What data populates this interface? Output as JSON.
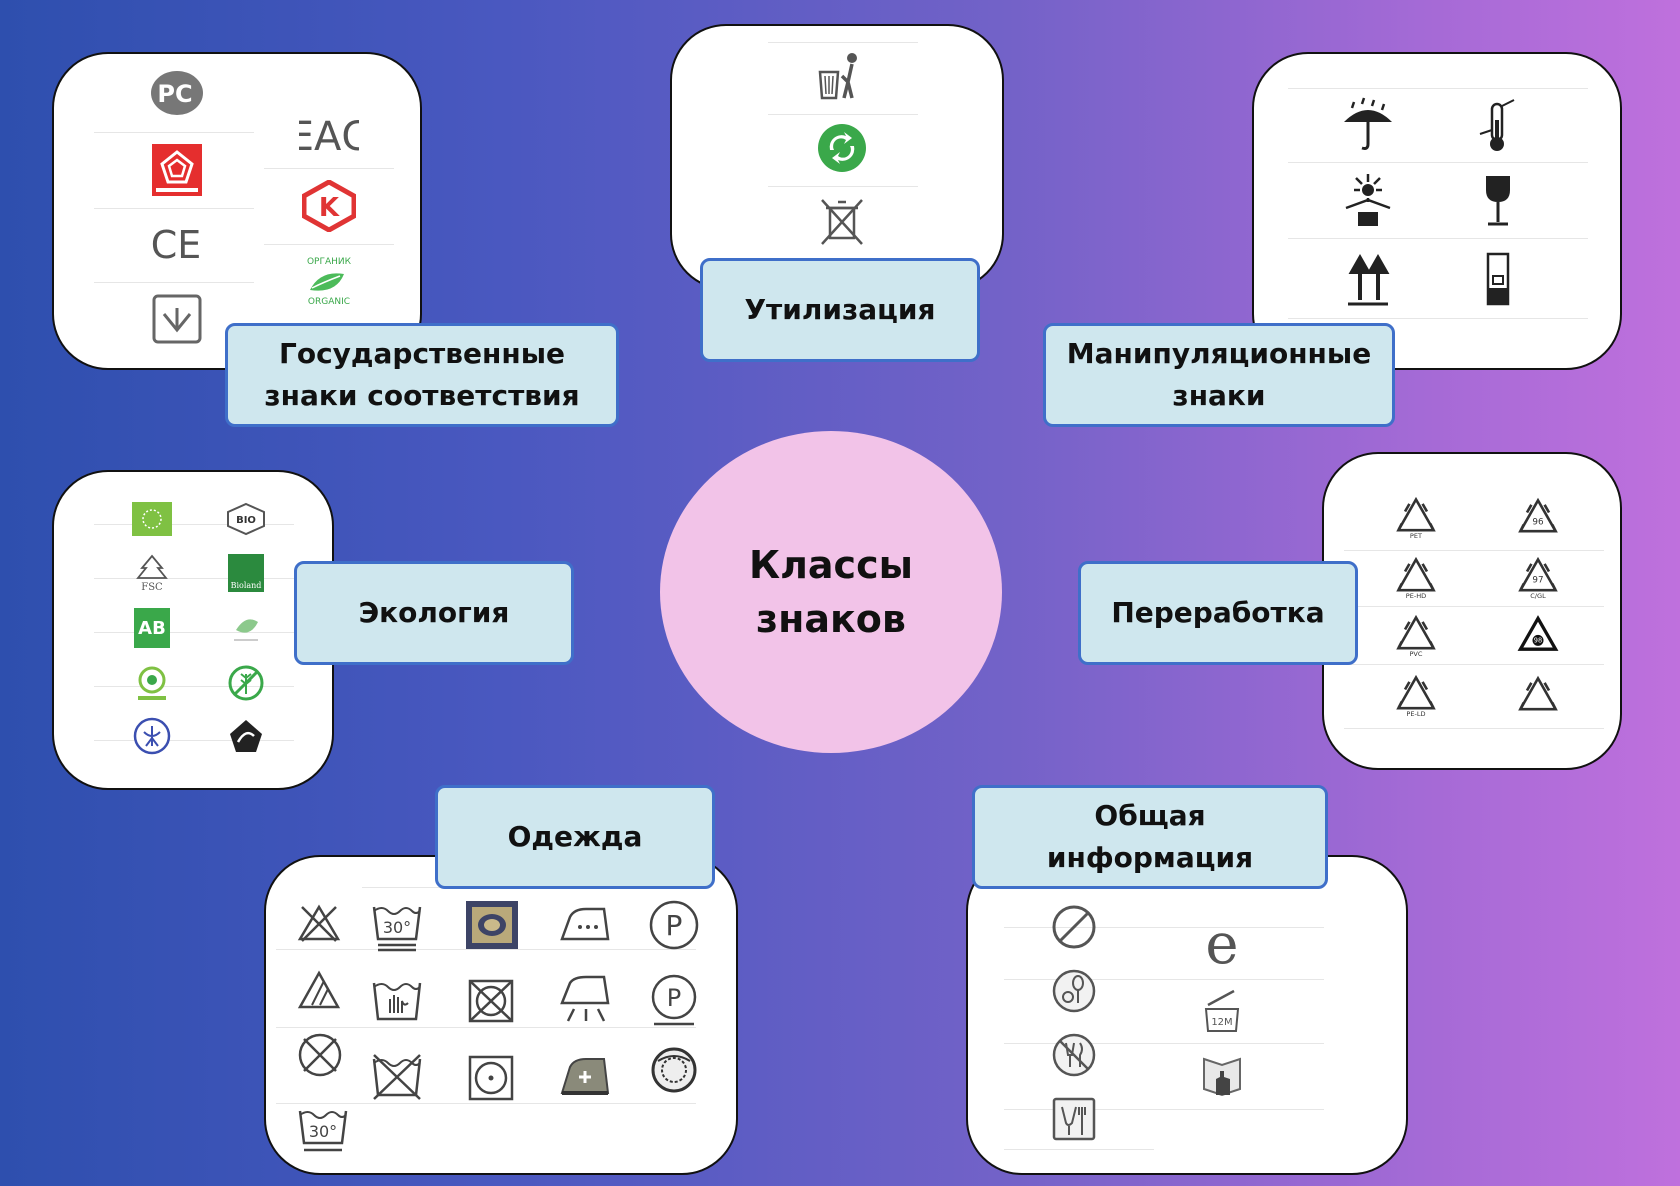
{
  "center": {
    "title": "Классы\nзнаков"
  },
  "panels": {
    "state": {
      "label": "Государственные\nзнаки соответствия",
      "icons": [
        "rst-icon",
        "eac-icon",
        "fire-safety-icon",
        "k-mark-icon",
        "ce-icon",
        "organic-icon",
        "ukraine-conformity-icon"
      ],
      "icon_texts": {
        "rst": "РС",
        "eac": "ЕАС",
        "ce": "CE",
        "k": "K",
        "organic_top": "ОРГАНИК",
        "organic_bottom": "ORGANIC"
      }
    },
    "disposal": {
      "label": "Утилизация",
      "icons": [
        "tidyman-icon",
        "green-dot-icon",
        "crossed-bin-icon"
      ]
    },
    "handling": {
      "label": "Манипуляционные\nзнаки",
      "icons": [
        "keep-dry-icon",
        "temperature-limit-icon",
        "keep-from-heat-icon",
        "fragile-icon",
        "this-way-up-icon",
        "center-of-gravity-icon"
      ]
    },
    "ecology": {
      "label": "Экология",
      "icons": [
        "eu-organic-icon",
        "bio-icon",
        "fsc-icon",
        "bioland-icon",
        "ab-icon",
        "bio-suisse-icon",
        "australian-organic-icon",
        "gluten-free-icon",
        "demeter-icon",
        "bio-leaf-icon"
      ],
      "icon_texts": {
        "bio": "BIO",
        "fsc": "FSC",
        "bioland": "Bioland",
        "ab": "AB"
      }
    },
    "recycling": {
      "label": "Переработка",
      "icons": [
        "recycle-pet-icon",
        "recycle-96-icon",
        "recycle-pe-hd-icon",
        "recycle-97-icon",
        "recycle-pvc-icon",
        "recycle-98-icon",
        "recycle-pe-ld-icon",
        "recycle-icon"
      ],
      "icon_texts": {
        "pet": "PET",
        "pehd": "PE-HD",
        "pvc": "PVC",
        "peld": "PE-LD",
        "c96": "96",
        "c97": "97",
        "cgl": "C/GL",
        "c98": "98"
      }
    },
    "clothing": {
      "label": "Одежда",
      "icons": [
        "no-bleach-icon",
        "wash-30-icon",
        "carpet-icon",
        "iron-low-icon",
        "dry-clean-p-icon",
        "bleach-icon",
        "hand-wash-icon",
        "no-tumble-dry-icon",
        "steam-iron-icon",
        "dry-clean-p-gentle-icon",
        "no-dry-clean-icon",
        "no-wash-icon",
        "tumble-dry-icon",
        "iron-medium-icon",
        "wet-clean-icon",
        "wash-30-gentle-icon"
      ],
      "icon_texts": {
        "t30": "30°",
        "dry_p": "P"
      }
    },
    "general": {
      "label": "Общая\nинформация",
      "icons": [
        "prohibited-icon",
        "e-mark-icon",
        "cosmetic-icon",
        "pao-12m-icon",
        "not-food-icon",
        "hand-book-icon",
        "food-contact-icon"
      ],
      "icon_texts": {
        "e": "e",
        "m12": "12M"
      }
    }
  }
}
